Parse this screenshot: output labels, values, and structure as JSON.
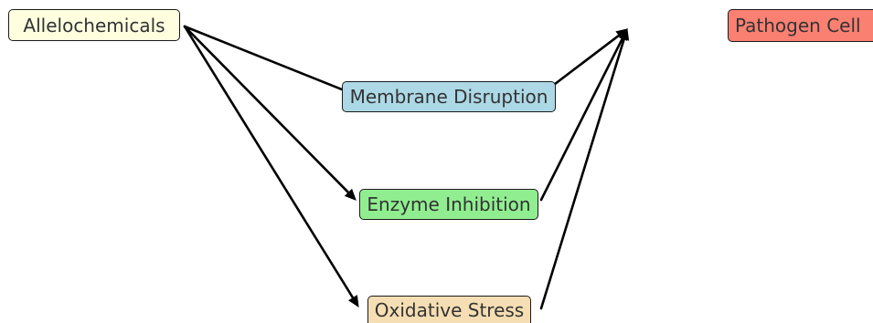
{
  "nodes": {
    "allelochemicals": {
      "label": "Allelochemicals",
      "fill": "#ffffe0"
    },
    "membrane": {
      "label": "Membrane Disruption",
      "fill": "#add8e6"
    },
    "enzyme": {
      "label": "Enzyme Inhibition",
      "fill": "#90ee90"
    },
    "oxidative": {
      "label": "Oxidative Stress",
      "fill": "#f5deb3"
    },
    "pathogen": {
      "label": "Pathogen Cell",
      "fill": "#fa8072"
    }
  },
  "edges": [
    {
      "from": "allelochemicals",
      "to": "membrane"
    },
    {
      "from": "allelochemicals",
      "to": "enzyme"
    },
    {
      "from": "allelochemicals",
      "to": "oxidative"
    },
    {
      "from": "membrane",
      "to": "pathogen"
    },
    {
      "from": "enzyme",
      "to": "pathogen"
    },
    {
      "from": "oxidative",
      "to": "pathogen"
    }
  ],
  "edge_color": "#000000"
}
